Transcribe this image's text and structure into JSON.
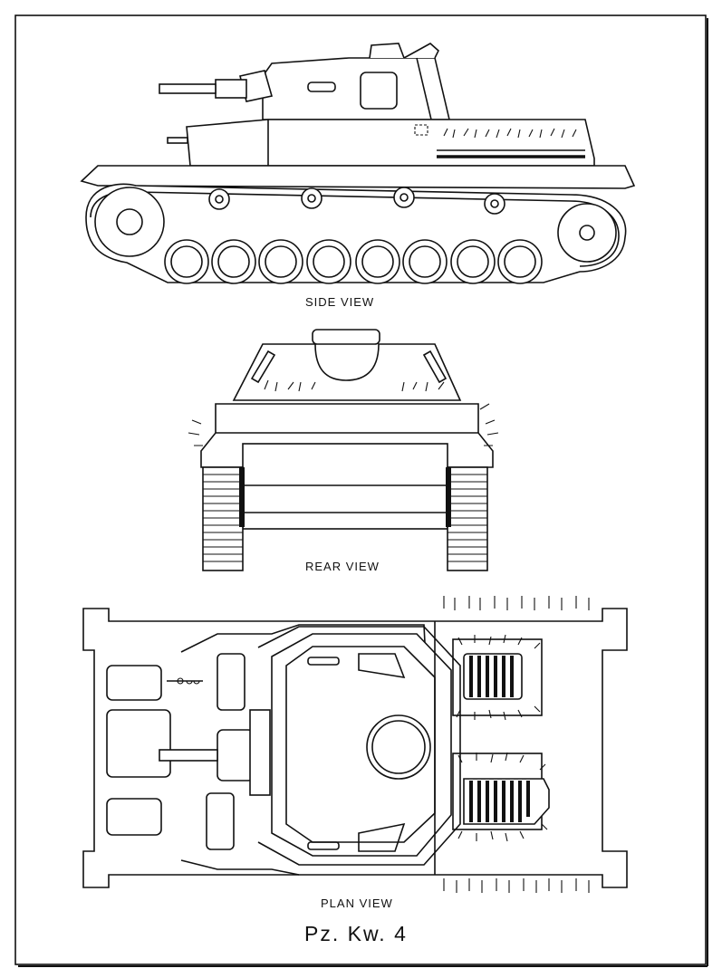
{
  "labels": {
    "side_view": "SIDE VIEW",
    "rear_view": "REAR VIEW",
    "plan_view": "PLAN VIEW",
    "title": "Pz. Kw. 4"
  },
  "colors": {
    "ink": "#111111",
    "paper": "#ffffff"
  }
}
